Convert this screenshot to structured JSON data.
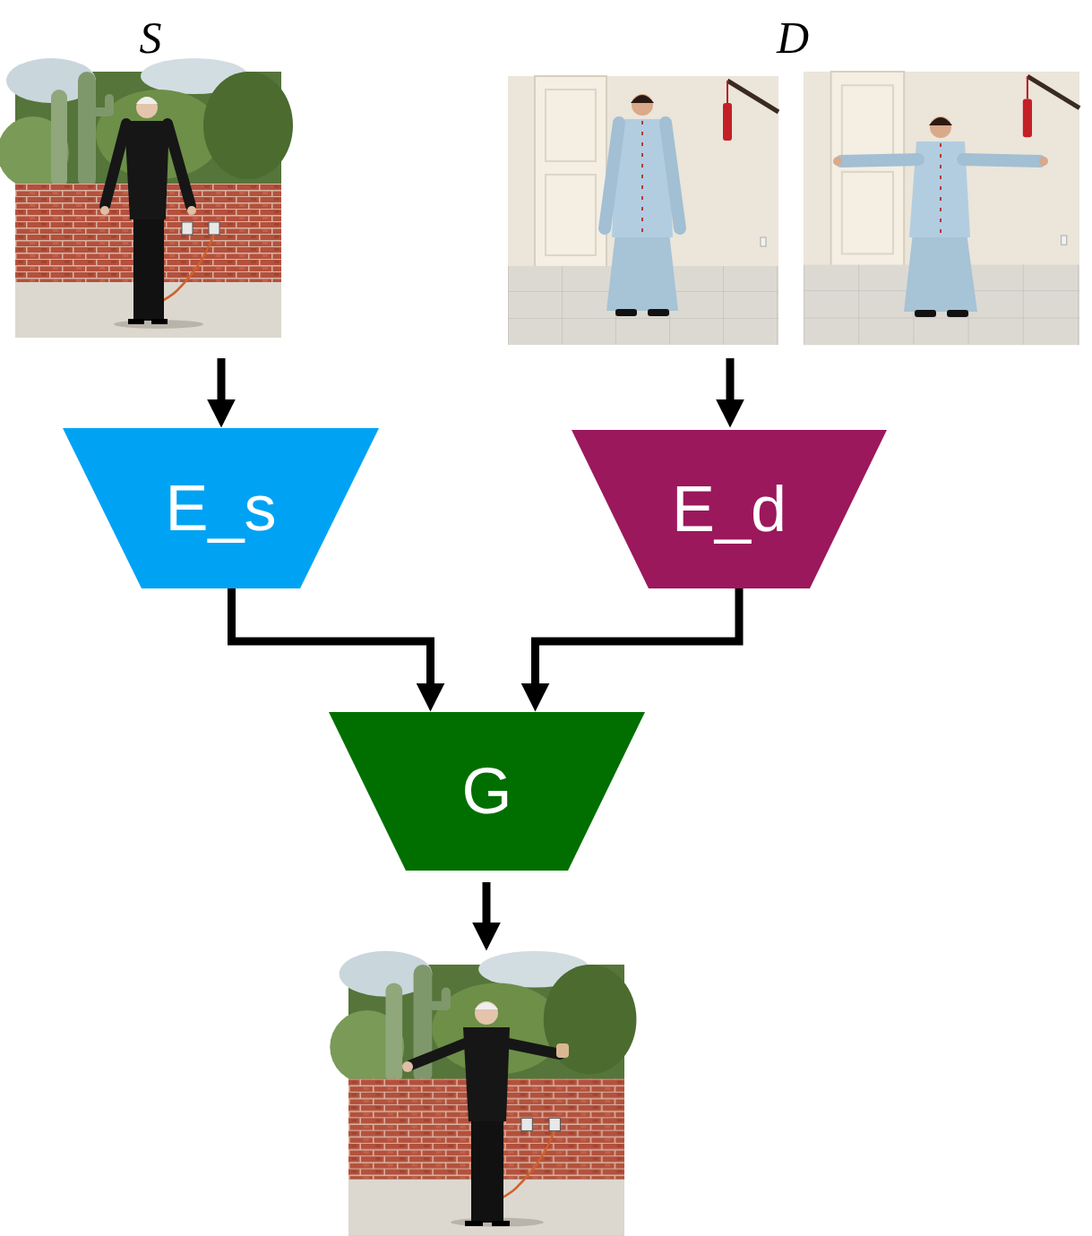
{
  "diagram": {
    "nodes": [
      {
        "text": [
          "E_s"
        ]
      },
      {
        "text": [
          "E_d"
        ]
      },
      {
        "text": [
          "G"
        ]
      }
    ],
    "edges": [
      {
        "from": 0,
        "to": 2,
        "arrow": "to"
      },
      {
        "from": 1,
        "to": 2,
        "arrow": "to"
      }
    ],
    "labels": [
      "S",
      "D"
    ]
  }
}
